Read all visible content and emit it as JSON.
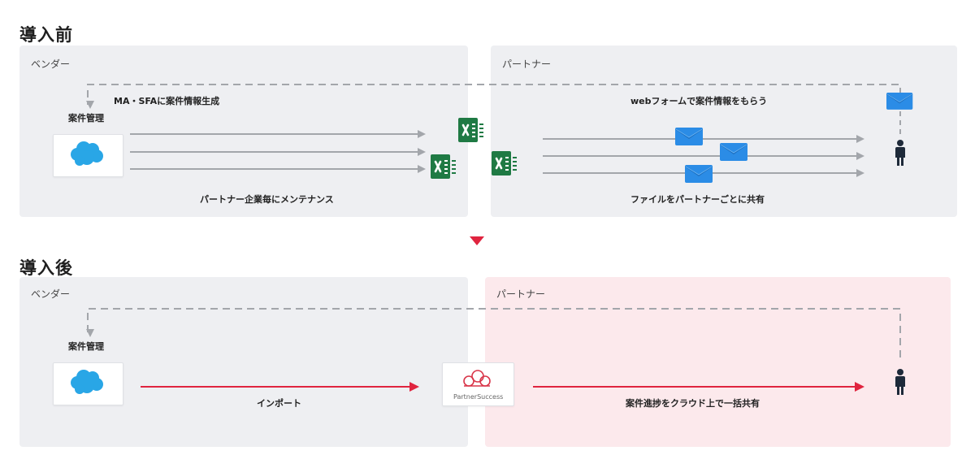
{
  "before": {
    "title": "導入前",
    "vendor": {
      "label": "ベンダー",
      "loop_label": "MA・SFAに案件情報生成",
      "crm_label": "案件管理",
      "flow_label": "パートナー企業毎にメンテナンス"
    },
    "partner": {
      "label": "パートナー",
      "loop_label": "webフォームで案件情報をもらう",
      "flow_label": "ファイルをパートナーごとに共有"
    }
  },
  "after": {
    "title": "導入後",
    "vendor": {
      "label": "ベンダー",
      "crm_label": "案件管理",
      "import_label": "インポート"
    },
    "partner": {
      "label": "パートナー",
      "share_label": "案件進捗をクラウド上で一括共有"
    },
    "product_logo_text": "PartnerSuccess"
  },
  "colors": {
    "accent_red": "#e0243f",
    "arrow_gray": "#a3a6ab",
    "excel_green": "#1f7a44",
    "mail_blue": "#2b8ce6",
    "salesforce_blue": "#29a6e6",
    "panel_gray": "#eeeff2",
    "panel_pink": "#fce9ec"
  },
  "icons": [
    "salesforce-cloud-icon",
    "excel-icon",
    "mail-icon",
    "person-icon",
    "partnersuccess-logo-icon",
    "down-triangle-icon"
  ]
}
